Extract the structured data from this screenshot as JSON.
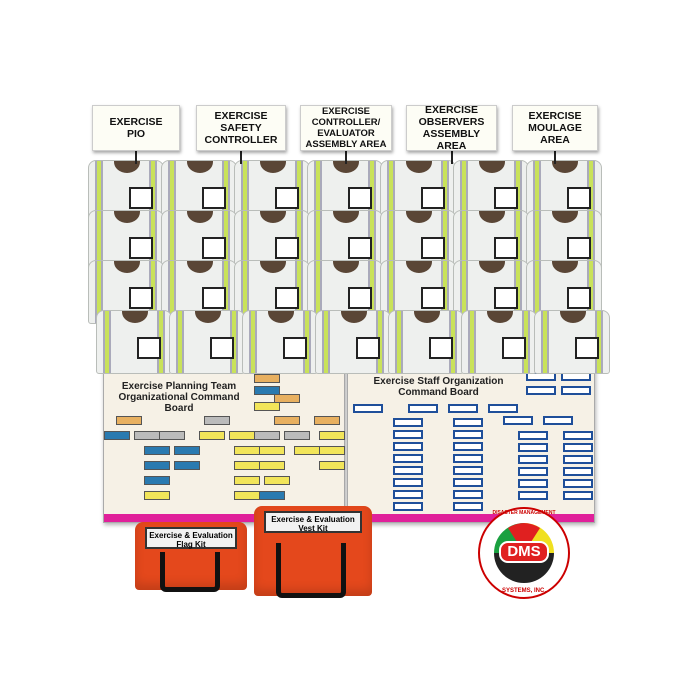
{
  "signs": [
    "EXERCISE\nPIO",
    "EXERCISE\nSAFETY\nCONTROLLER",
    "EXERCISE\nCONTROLLER/\nEVALUATOR\nASSEMBLY AREA",
    "EXERCISE\nOBSERVERS\nASSEMBLY AREA",
    "EXERCISE\nMOULAGE\nAREA"
  ],
  "boards": {
    "left_title": "Exercise Planning Team\nOrganizational Command Board",
    "right_title": "Exercise Staff Organization\nCommand Board"
  },
  "bags": {
    "flag": "Exercise & Evaluation\nFlag Kit",
    "vest": "Exercise & Evaluation\nVest Kit"
  },
  "logo": {
    "center": "DMS",
    "ring_top": "DISASTER MANAGEMENT",
    "ring_bottom": "SYSTEMS, INC."
  },
  "colors": {
    "orange": "#e4481c",
    "magenta": "#e0209a",
    "vest_stripe": "#c9e25a"
  }
}
